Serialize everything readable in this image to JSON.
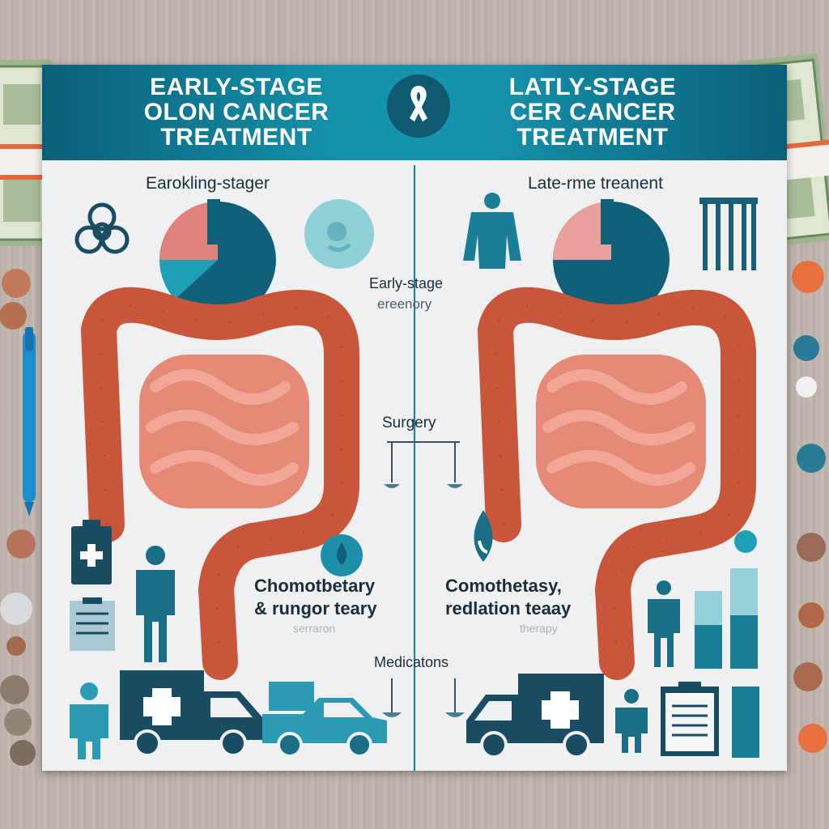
{
  "banner": {
    "left_title": [
      "EARLY-STAGE",
      "OLON CANCER",
      "TREATMENT"
    ],
    "right_title": [
      "LATLY-STAGE",
      "CER CANCER",
      "TREATMENT"
    ]
  },
  "left": {
    "subheading": "Earokling-stager",
    "treatment": [
      "Chomotbetary",
      "& rungor teary"
    ],
    "faint_label": "serraron"
  },
  "right": {
    "subheading": "Late-rme treanent",
    "treatment": [
      "Comothetasy,",
      "redlation teaay"
    ],
    "faint_label": "therapy"
  },
  "center": {
    "stage_label": "Early-stage",
    "stage_sub": "ereenory",
    "surgery": "Surgery",
    "medications": "Medicatons"
  },
  "colors": {
    "teal_dark": "#0f5f78",
    "teal": "#1d9fb5",
    "salmon": "#e0827b",
    "colon": "#c9563a",
    "intestine": "#e48a76"
  },
  "icons": [
    "biohazard-icon",
    "ribbon-icon",
    "first-aid-kit-icon",
    "person-icon",
    "clipboard-icon",
    "ambulance-icon",
    "car-icon",
    "drop-icon",
    "scale-icon",
    "money-stack-icon",
    "pen-icon",
    "coin-icon",
    "jacket-icon",
    "bar-chart-icon"
  ]
}
